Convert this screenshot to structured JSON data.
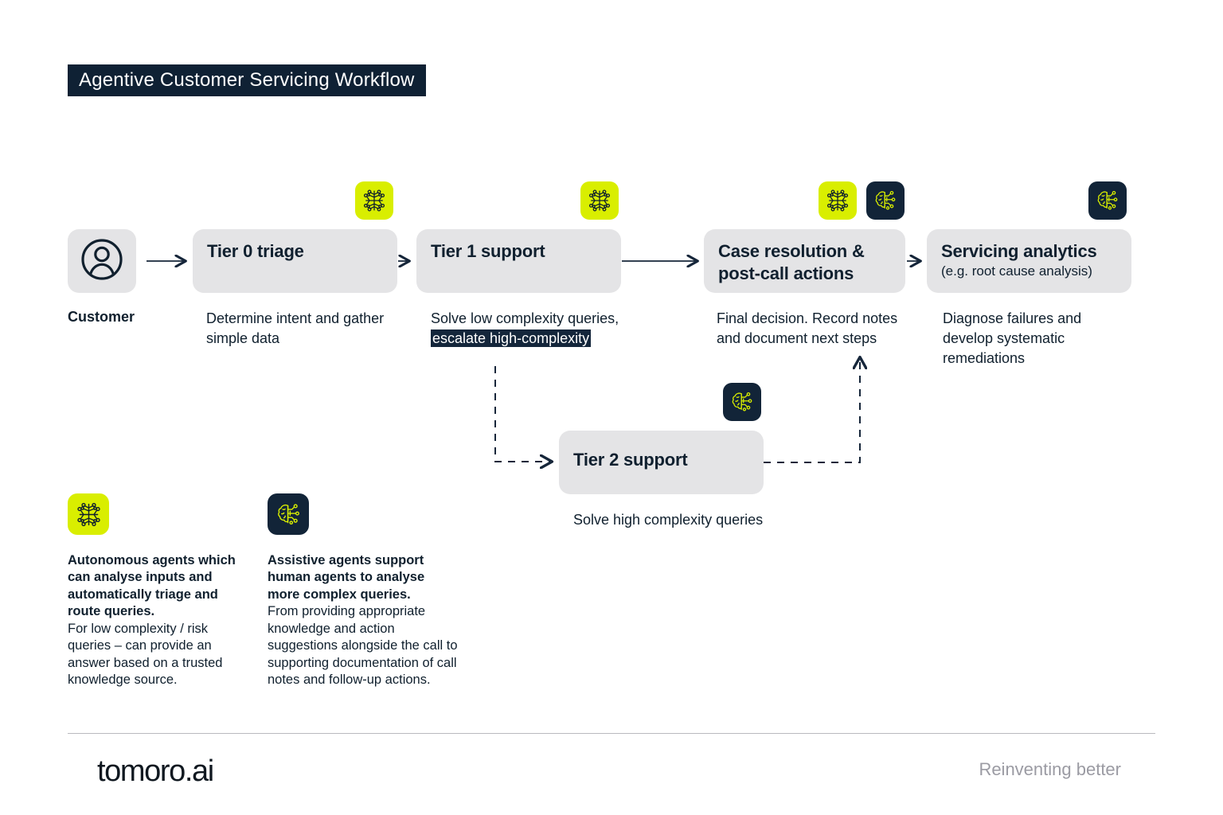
{
  "header": {
    "title": "Agentive Customer Servicing Workflow"
  },
  "colors": {
    "accent_yellow": "#d9ee00",
    "dark_navy": "#122438",
    "box_gray": "#e4e4e6",
    "text_dark": "#10202e",
    "muted_gray": "#9b9ba3"
  },
  "start": {
    "icon": "customer-avatar-icon",
    "label": "Customer"
  },
  "flow": {
    "nodes": [
      {
        "id": "tier0",
        "title": "Tier 0 triage",
        "subtitle": "",
        "caption_plain": "Determine intent and gather simple data",
        "caption_parts": [
          {
            "text": "Determine intent and gather simple data",
            "highlight": false
          }
        ],
        "agents": [
          "autonomous"
        ]
      },
      {
        "id": "tier1",
        "title": "Tier 1 support",
        "subtitle": "",
        "caption_plain": "Solve low complexity queries, escalate high-complexity",
        "caption_parts": [
          {
            "text": "Solve low complexity queries,",
            "highlight": false
          },
          {
            "text": "escalate high-complexity",
            "highlight": true
          }
        ],
        "agents": [
          "autonomous"
        ]
      },
      {
        "id": "case-resolution",
        "title": "Case resolution & post-call actions",
        "subtitle": "",
        "caption_plain": "Final decision. Record notes and document next steps",
        "caption_parts": [
          {
            "text": "Final decision. Record notes and document next steps",
            "highlight": false
          }
        ],
        "agents": [
          "autonomous",
          "assistive"
        ]
      },
      {
        "id": "servicing-analytics",
        "title": "Servicing analytics",
        "subtitle": "(e.g. root cause analysis)",
        "caption_plain": "Diagnose failures and develop systematic remediations",
        "caption_parts": [
          {
            "text": "Diagnose failures and develop systematic remediations",
            "highlight": false
          }
        ],
        "agents": [
          "assistive"
        ]
      },
      {
        "id": "tier2",
        "title": "Tier 2 support",
        "subtitle": "",
        "caption_plain": "Solve high complexity queries",
        "caption_parts": [
          {
            "text": "Solve high complexity queries",
            "highlight": false
          }
        ],
        "agents": [
          "assistive"
        ]
      }
    ]
  },
  "legend": [
    {
      "icon": "autonomous-agent-icon",
      "icon_style": "yellow",
      "strong": "Autonomous agents which can analyse inputs and automatically triage and route queries.",
      "body": "For low complexity / risk queries – can provide an answer based on a trusted knowledge source."
    },
    {
      "icon": "assistive-agent-icon",
      "icon_style": "navy",
      "strong": "Assistive agents support human agents to analyse more complex queries.",
      "body": "From providing appropriate knowledge and action suggestions alongside the call to supporting documentation of call notes and follow-up actions."
    }
  ],
  "footer": {
    "brand": "tomoro.ai",
    "tagline": "Reinventing better"
  }
}
